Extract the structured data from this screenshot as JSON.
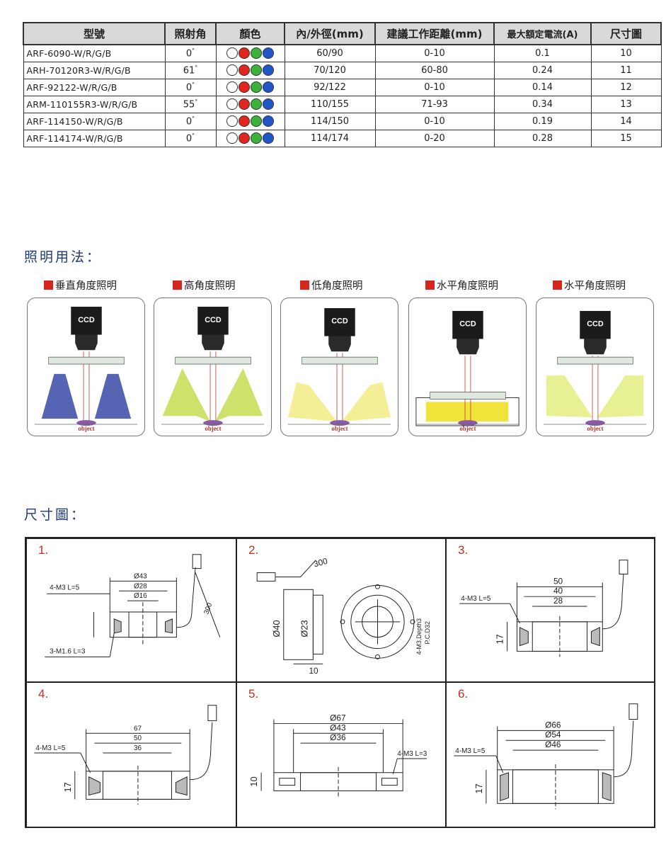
{
  "table": {
    "headers": [
      "型號",
      "照射角",
      "顏色",
      "內/外徑(mm)",
      "建議工作距離(mm)",
      "最大額定電流(A)",
      "尺寸圖"
    ],
    "rows": [
      {
        "model": "ARF-6090-W/R/G/B",
        "angle": "0",
        "od": "60/90",
        "wd": "0-10",
        "current": "0.1",
        "fig": "10"
      },
      {
        "model": "ARH-70120R3-W/R/G/B",
        "angle": "61",
        "od": "70/120",
        "wd": "60-80",
        "current": "0.24",
        "fig": "11"
      },
      {
        "model": "ARF-92122-W/R/G/B",
        "angle": "0",
        "od": "92/122",
        "wd": "0-10",
        "current": "0.14",
        "fig": "12"
      },
      {
        "model": "ARM-110155R3-W/R/G/B",
        "angle": "55",
        "od": "110/155",
        "wd": "71-93",
        "current": "0.34",
        "fig": "13"
      },
      {
        "model": "ARF-114150-W/R/G/B",
        "angle": "0",
        "od": "114/150",
        "wd": "0-10",
        "current": "0.19",
        "fig": "14"
      },
      {
        "model": "ARF-114174-W/R/G/B",
        "angle": "0",
        "od": "114/174",
        "wd": "0-20",
        "current": "0.28",
        "fig": "15"
      }
    ],
    "degree_symbol": "°",
    "color_dots": [
      "#ffffff",
      "#e0261f",
      "#3bb33b",
      "#1f57c8"
    ]
  },
  "usage": {
    "title": "照明用法：",
    "methods": [
      {
        "label": "垂直角度照明",
        "camera": "CCD",
        "object": "object",
        "light": "#2c3fa0"
      },
      {
        "label": "高角度照明",
        "camera": "CCD",
        "object": "object",
        "light": "#b7d62c"
      },
      {
        "label": "低角度照明",
        "camera": "CCD",
        "object": "object",
        "light": "#f0e86a"
      },
      {
        "label": "水平角度照明",
        "camera": "CCD",
        "object": "object",
        "light": "#f2e33a"
      },
      {
        "label": "水平角度照明",
        "camera": "CCD",
        "object": "object",
        "light": "#d7e64a"
      }
    ]
  },
  "dimensions": {
    "title": "尺寸圖：",
    "cells": [
      {
        "num": "1.",
        "labels": {
          "screw": "4-M3 L=5",
          "d1": "Ø43",
          "d2": "Ø28",
          "d3": "Ø16",
          "cable": "300",
          "screw2": "3-M1.6 L=3"
        }
      },
      {
        "num": "2.",
        "labels": {
          "cable": "300",
          "d1": "Ø40",
          "d2": "Ø23",
          "h": "10",
          "screw": "4-M3,Depth3",
          "pcd": "P.C.D32"
        }
      },
      {
        "num": "3.",
        "labels": {
          "screw": "4-M3 L=5",
          "d1": "50",
          "d2": "40",
          "d3": "28",
          "h": "17"
        }
      },
      {
        "num": "4.",
        "labels": {
          "screw": "4-M3 L=5",
          "d1": "67",
          "d2": "50",
          "d3": "36",
          "h": "17"
        }
      },
      {
        "num": "5.",
        "labels": {
          "screw": "4-M3 L=3",
          "d1": "Ø67",
          "d2": "Ø43",
          "d3": "Ø36",
          "h": "10"
        }
      },
      {
        "num": "6.",
        "labels": {
          "screw": "4-M3 L=5",
          "d1": "Ø66",
          "d2": "Ø54",
          "d3": "Ø46",
          "h": "17"
        }
      }
    ]
  }
}
